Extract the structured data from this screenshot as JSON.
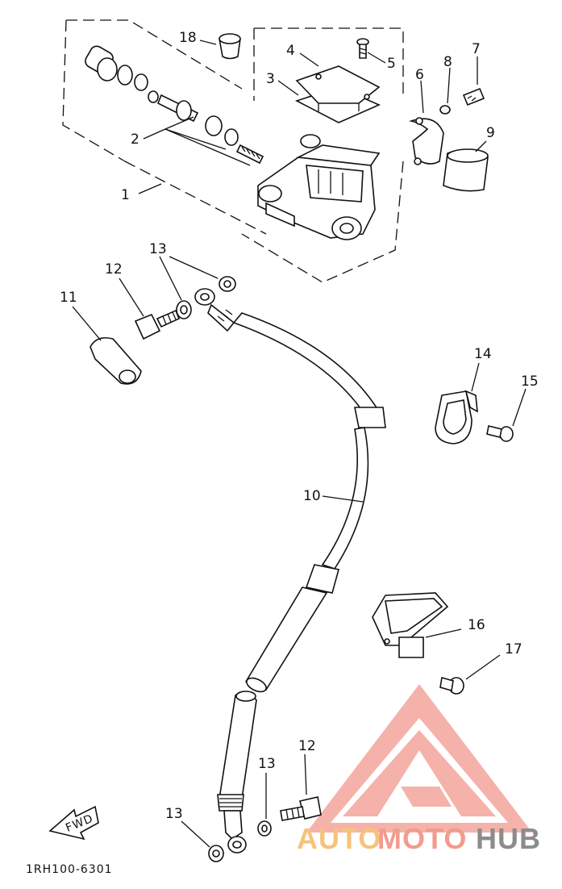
{
  "callouts": {
    "c1": "1",
    "c2": "2",
    "c3": "3",
    "c4": "4",
    "c5": "5",
    "c6": "6",
    "c7": "7",
    "c8": "8",
    "c9": "9",
    "c10": "10",
    "c11": "11",
    "c12a": "12",
    "c12b": "12",
    "c13a": "13",
    "c13b": "13",
    "c13c": "13",
    "c14": "14",
    "c15": "15",
    "c16": "16",
    "c17": "17",
    "c18": "18"
  },
  "fwd_label": "FWD",
  "diagram_code": "1RH100-6301",
  "watermark": {
    "part1": "AUTO",
    "part2": "MOTO",
    "part3": "HUB",
    "color1": "#f7c27a",
    "color2": "#f29b8f",
    "color3": "#8c8c8c",
    "logo_color": "#f08a80"
  }
}
